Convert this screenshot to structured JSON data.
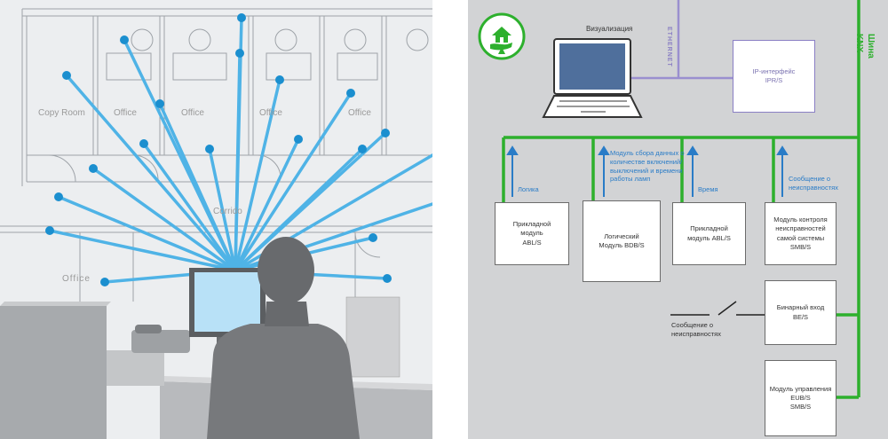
{
  "floorplan": {
    "rooms": [
      "Copy Room",
      "Office",
      "Office",
      "Office",
      "Office",
      "Corrido",
      "Office"
    ]
  },
  "diagram": {
    "visualization_label": "Визуализация",
    "ethernet_label": "ETHERNET",
    "knx_bus_label": "Шина KNX",
    "ip_interface": "IP-интерфейс\nIPR/S",
    "modules": [
      "Прикладной\nмодуль\nABL/S",
      "Логический\nМодуль BDB/S",
      "Прикладной\nмодуль ABL/S",
      "Модуль контроля\nнеисправностей\nсамой системы\nSMB/S",
      "Бинарный вход\nBE/S",
      "Модуль управления\nEUB/S\nSMB/S"
    ],
    "signals": [
      "Логика",
      "Модуль сбора данных о\nколичестве включений/\nвыключений и времени\nработы ламп",
      "Время",
      "Сообщение о\nнеисправностях"
    ],
    "fault_message": "Сообщение о\nнеисправностях",
    "colors": {
      "bus": "#2db02d",
      "ethernet": "#9a8fcf",
      "signal": "#2a7cc7",
      "logo": "#2db02d"
    }
  }
}
